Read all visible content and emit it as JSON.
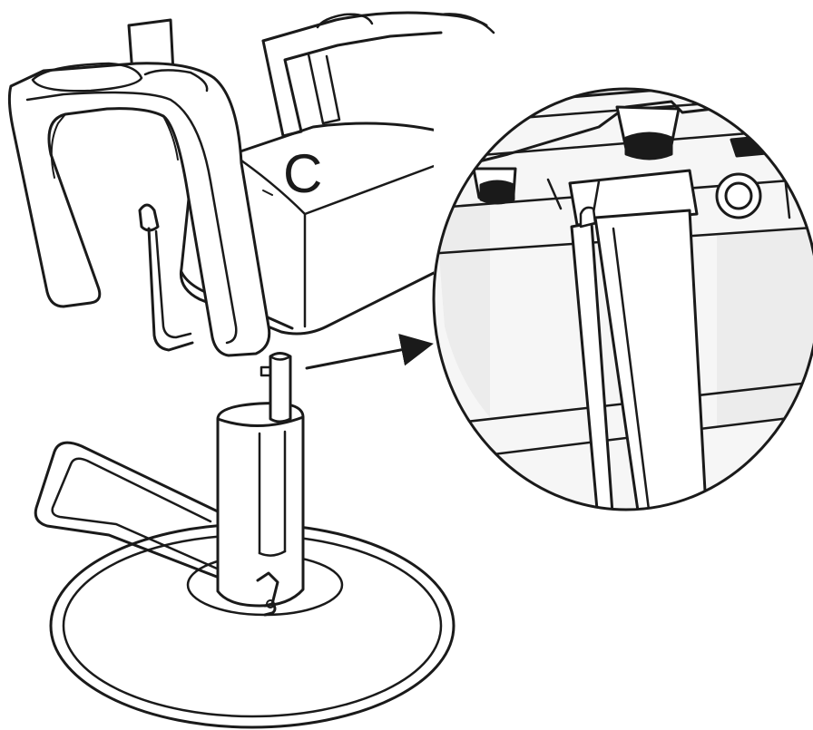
{
  "diagram": {
    "step_label": "C",
    "colors": {
      "line": "#1a1a1a",
      "background": "#ffffff",
      "detail_shade": "#f4f4f4"
    },
    "parts": [
      "chair-seat",
      "armrests",
      "backrest-post",
      "release-lever",
      "hydraulic-pump",
      "pump-shaft",
      "foot-pedal",
      "round-base",
      "magnified-detail"
    ]
  }
}
